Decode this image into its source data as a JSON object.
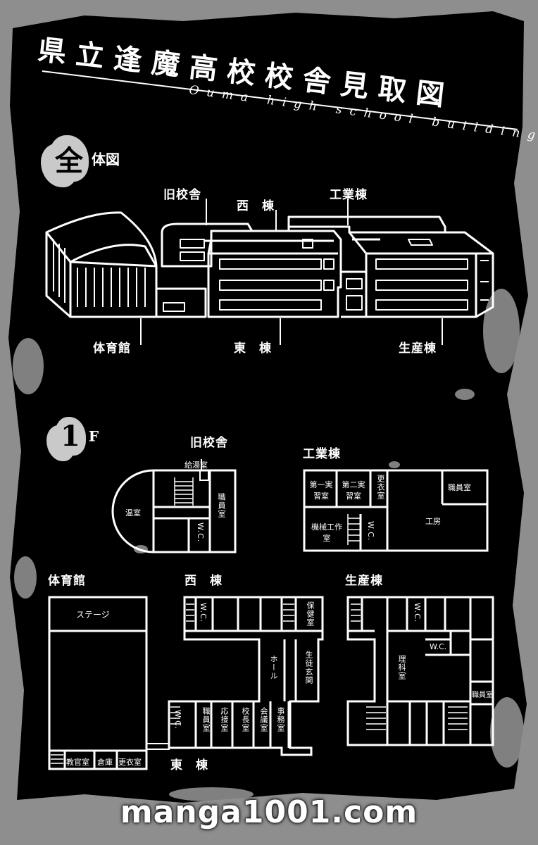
{
  "title": {
    "main": "県立逢魔高校校舎見取図",
    "sub": "Ouma high school building map"
  },
  "overview": {
    "badge": "全",
    "label": "体図",
    "buildings": {
      "gym": "体育館",
      "old_school": "旧校舎",
      "west": "西　棟",
      "east": "東　棟",
      "industry": "工業棟",
      "production": "生産棟"
    }
  },
  "floor1": {
    "badge": "1",
    "label": "F",
    "old_school": {
      "name": "旧校舎",
      "rooms": [
        "給湯室",
        "温室",
        "職員室",
        "W.C."
      ]
    },
    "industry": {
      "name": "工業棟",
      "rooms": [
        "第一実習室",
        "第二実習室",
        "更衣室",
        "職員室",
        "機械工作室",
        "W.C.",
        "工房"
      ]
    },
    "gym": {
      "name": "体育館",
      "rooms": [
        "ステージ",
        "教官室",
        "倉庫",
        "更衣室"
      ]
    },
    "west": {
      "name": "西　棟",
      "rooms": [
        "W.C.",
        "保健室",
        "ホール",
        "生徒玄関"
      ]
    },
    "east": {
      "name": "東　棟",
      "rooms": [
        "W.C.",
        "職員室",
        "応接室",
        "校長室",
        "会議室",
        "事務室"
      ]
    },
    "production": {
      "name": "生産棟",
      "rooms": [
        "W.C.",
        "W.C.",
        "理科室",
        "職員室"
      ]
    }
  },
  "watermark": "manga1001.com",
  "colors": {
    "panel": "#000000",
    "frame": "#8e8e8e",
    "line": "#ffffff"
  }
}
